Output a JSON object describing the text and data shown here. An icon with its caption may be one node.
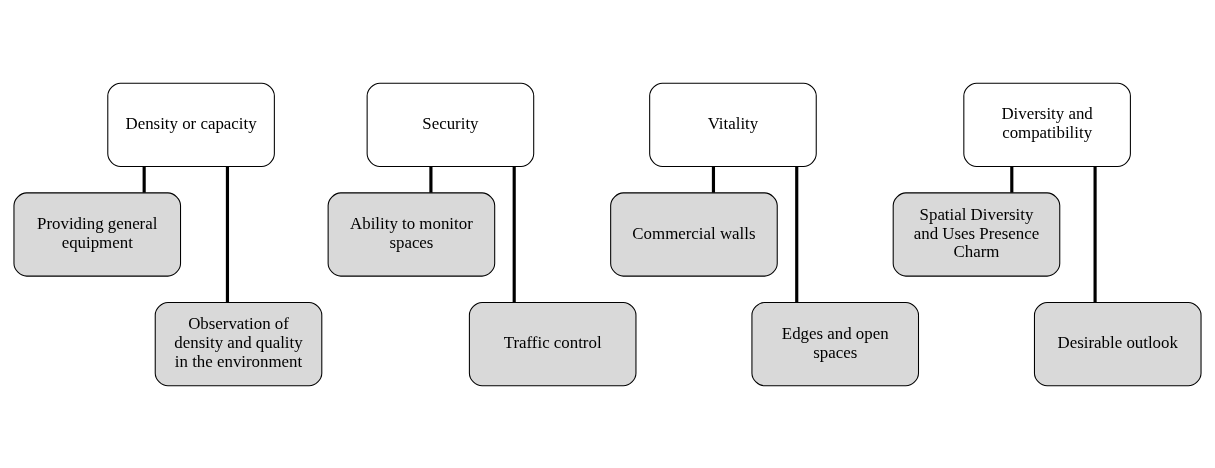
{
  "diagram": {
    "nodes": [
      {
        "text": [
          "Density or capacity"
        ]
      },
      {
        "text": [
          "Providing general equipment"
        ]
      },
      {
        "text": [
          "Observation of density and quality in the environment"
        ]
      },
      {
        "text": [
          "Security"
        ]
      },
      {
        "text": [
          "Ability to monitor spaces"
        ]
      },
      {
        "text": [
          "Traffic control"
        ]
      },
      {
        "text": [
          "Vitality"
        ]
      },
      {
        "text": [
          "Commercial walls"
        ]
      },
      {
        "text": [
          "Edges and open spaces"
        ]
      },
      {
        "text": [
          "Diversity and compatibility"
        ]
      },
      {
        "text": [
          "Spatial Diversity and Uses Presence Charm"
        ]
      },
      {
        "text": [
          "Desirable outlook"
        ]
      }
    ],
    "edges": [
      {
        "from": 0,
        "to": 1,
        "arrow": "none"
      },
      {
        "from": 0,
        "to": 2,
        "arrow": "none"
      },
      {
        "from": 3,
        "to": 4,
        "arrow": "none"
      },
      {
        "from": 3,
        "to": 5,
        "arrow": "none"
      },
      {
        "from": 6,
        "to": 7,
        "arrow": "none"
      },
      {
        "from": 6,
        "to": 8,
        "arrow": "none"
      },
      {
        "from": 9,
        "to": 10,
        "arrow": "none"
      },
      {
        "from": 9,
        "to": 11,
        "arrow": "none"
      }
    ]
  }
}
